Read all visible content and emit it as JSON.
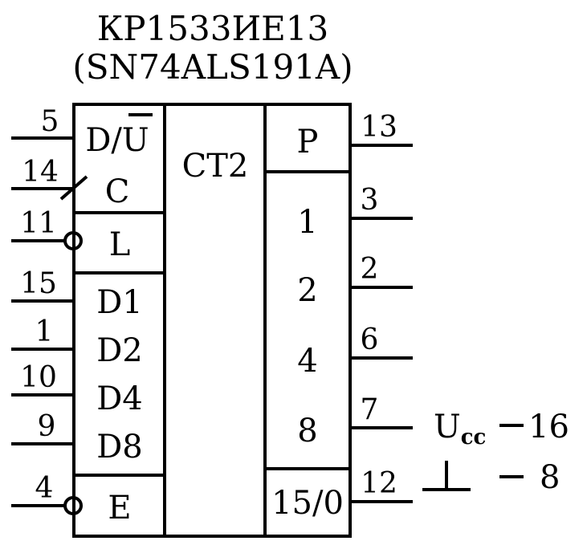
{
  "title": {
    "line1": "КР1533ИЕ13",
    "line2": "(SN74ALS191A)"
  },
  "center_label": "CT2",
  "left_inputs": [
    {
      "pin": "5",
      "label": "D/U"
    },
    {
      "pin": "14",
      "label": "C"
    },
    {
      "pin": "11",
      "label": "L"
    },
    {
      "pin": "15",
      "label": "D1"
    },
    {
      "pin": "1",
      "label": "D2"
    },
    {
      "pin": "10",
      "label": "D4"
    },
    {
      "pin": "9",
      "label": "D8"
    },
    {
      "pin": "4",
      "label": "E"
    }
  ],
  "right_outputs": [
    {
      "pin": "13",
      "label": "P"
    },
    {
      "pin": "3",
      "label": "1"
    },
    {
      "pin": "2",
      "label": "2"
    },
    {
      "pin": "6",
      "label": "4"
    },
    {
      "pin": "7",
      "label": "8"
    },
    {
      "pin": "12",
      "label": "15/0"
    }
  ],
  "power": {
    "ucc_main": "U",
    "ucc_sub": "cc",
    "ucc_pin": "16",
    "gnd_pin": "8",
    "dash": "−"
  }
}
